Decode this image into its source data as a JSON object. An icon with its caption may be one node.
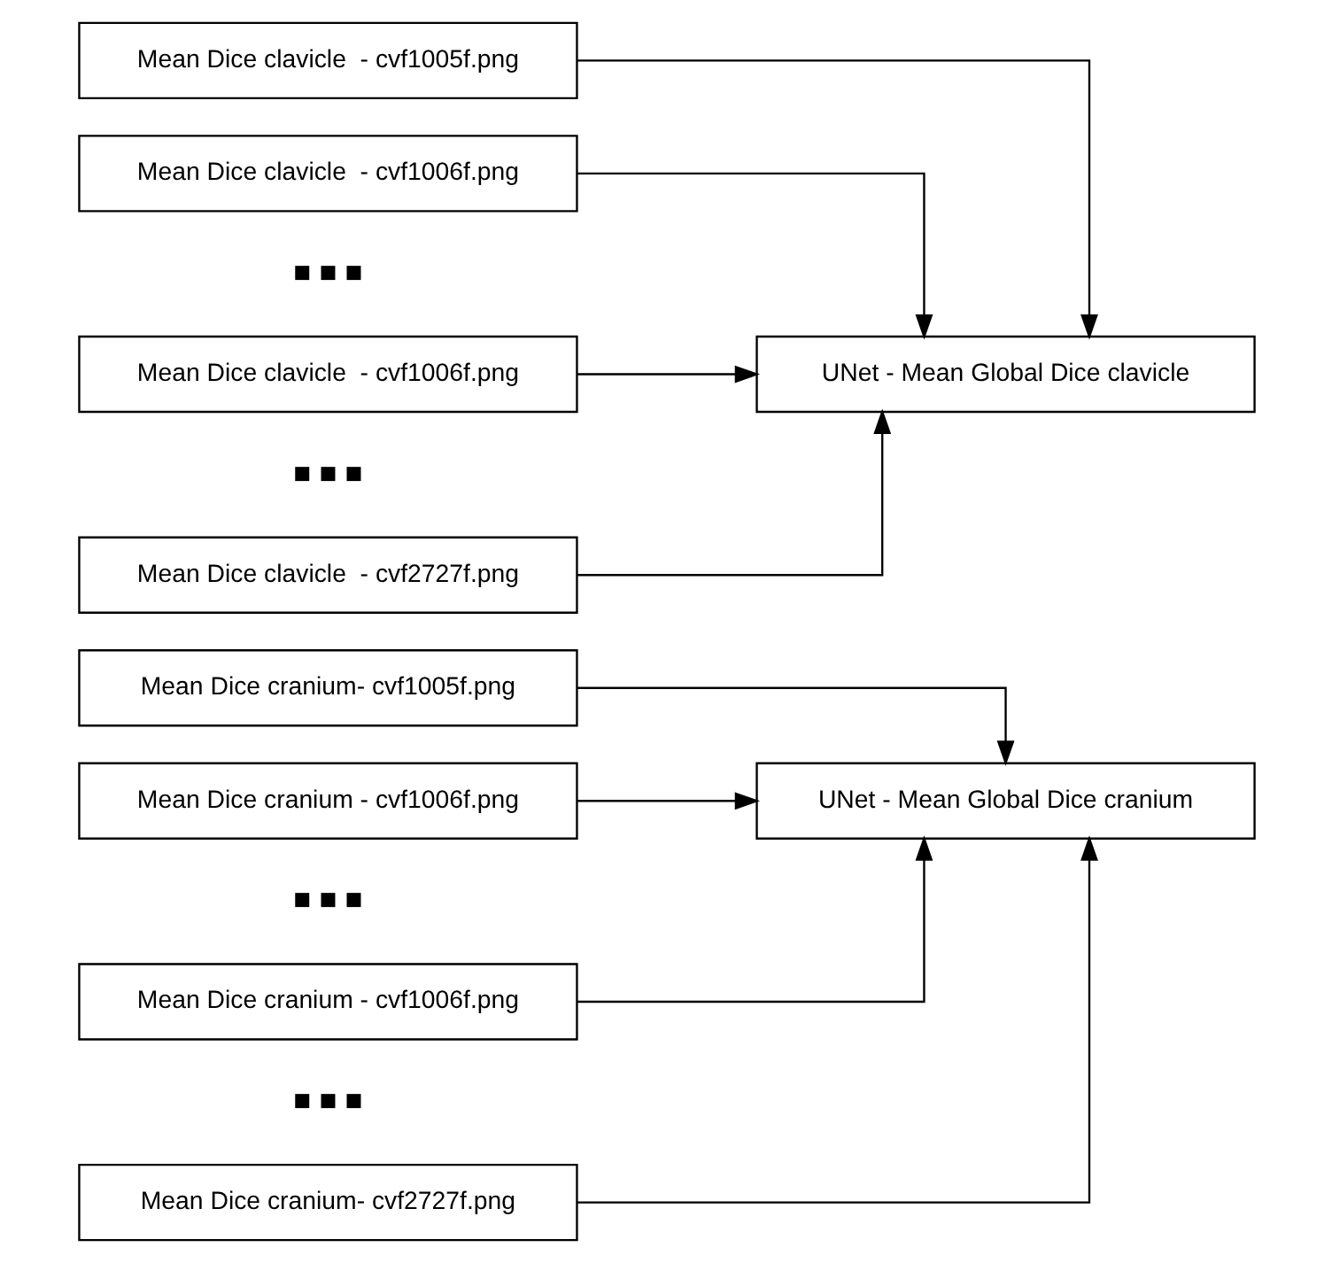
{
  "diagram": {
    "nodes": [
      {
        "text": [
          "Mean Dice clavicle  - cvf1005f.png"
        ]
      },
      {
        "text": [
          "Mean Dice clavicle  - cvf1006f.png"
        ]
      },
      {
        "text": [
          "UNet - Mean Global Dice clavicle"
        ]
      },
      {
        "text": [
          "Mean Dice clavicle  - cvf1006f.png"
        ]
      },
      {
        "text": [
          "Mean Dice clavicle  - cvf2727f.png"
        ]
      },
      {
        "text": [
          "Mean Dice cranium- cvf1005f.png"
        ]
      },
      {
        "text": [
          "Mean Dice cranium - cvf1006f.png"
        ]
      },
      {
        "text": [
          "UNet - Mean Global Dice cranium"
        ]
      },
      {
        "text": [
          "Mean Dice cranium - cvf1006f.png"
        ]
      },
      {
        "text": [
          "Mean Dice cranium- cvf2727f.png"
        ]
      }
    ],
    "edges": [
      {
        "from": 0,
        "to": 2,
        "arrow": "to"
      },
      {
        "from": 1,
        "to": 2,
        "arrow": "to"
      },
      {
        "from": 3,
        "to": 2,
        "arrow": "to"
      },
      {
        "from": 4,
        "to": 2,
        "arrow": "to"
      },
      {
        "from": 5,
        "to": 7,
        "arrow": "to"
      },
      {
        "from": 6,
        "to": 7,
        "arrow": "to"
      },
      {
        "from": 8,
        "to": 7,
        "arrow": "to"
      },
      {
        "from": 9,
        "to": 7,
        "arrow": "to"
      }
    ],
    "labels": [
      "■ ■ ■",
      "■ ■ ■",
      "■ ■ ■",
      "■ ■ ■"
    ]
  }
}
